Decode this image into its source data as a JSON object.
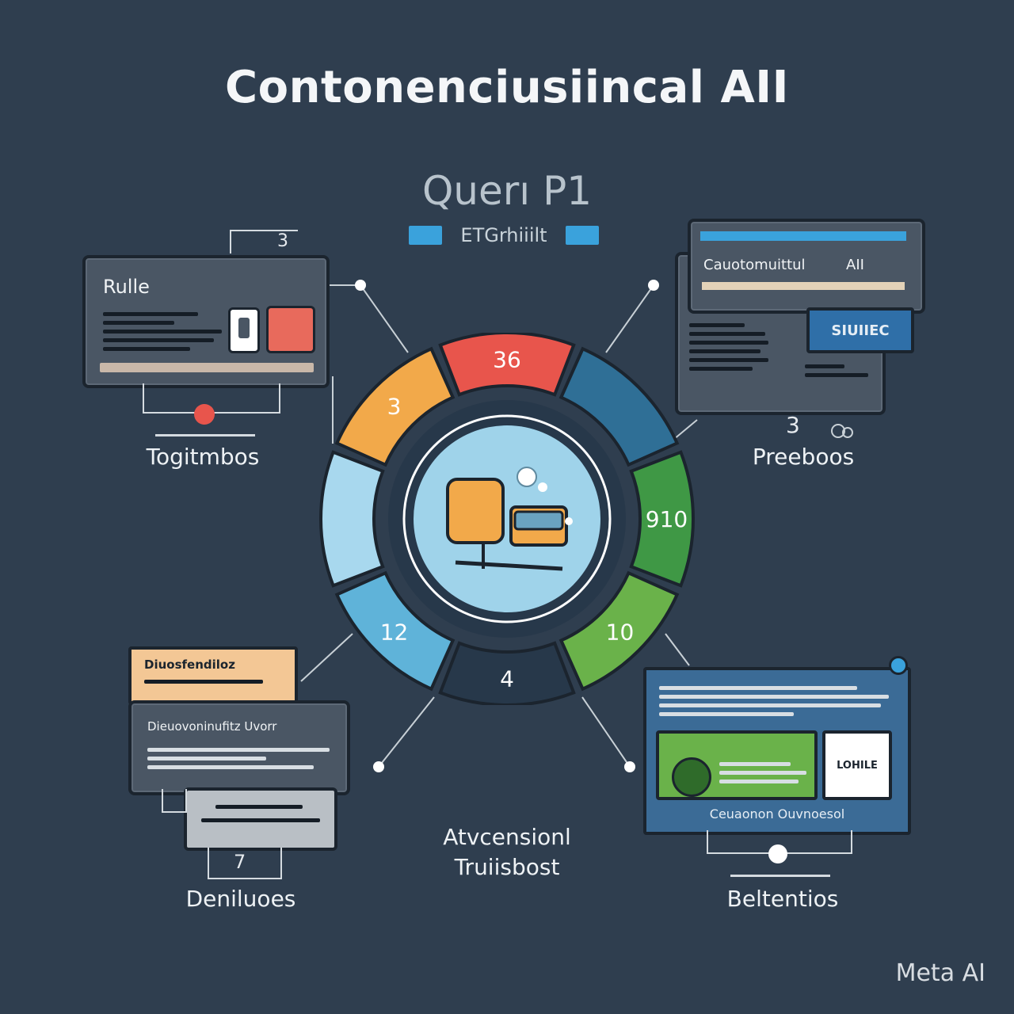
{
  "title": "Contonenciusiincal AII",
  "subtitle": "Querı P1",
  "tag_text": "ETGrhiiilt",
  "watermark": "Meta AI",
  "center": {
    "caption_line1": "Atvcensionl",
    "caption_line2": "Truiisbost",
    "segments": [
      {
        "label": "36",
        "color": "#e8554c"
      },
      {
        "label": "",
        "color": "#2f6f96"
      },
      {
        "label": "910",
        "color": "#3f9845"
      },
      {
        "label": "10",
        "color": "#6ab24a"
      },
      {
        "label": "4",
        "color": "#27384a"
      },
      {
        "label": "12",
        "color": "#5fb3d9"
      },
      {
        "label": "",
        "color": "#a8d8ee"
      },
      {
        "label": "3",
        "color": "#f2a94a"
      }
    ]
  },
  "nodes": {
    "top_left": {
      "heading": "Rulle",
      "caption": "Togitmbos",
      "number": "3"
    },
    "top_right": {
      "header": "Cauotomuittul",
      "header_right": "AII",
      "button": "SIUIIEC",
      "caption": "Preeboos",
      "number": "3"
    },
    "bottom_left": {
      "card1": "Diuosfendiloz",
      "card2": "Dieuovoninufitz Uvorr",
      "caption": "Deniluoes",
      "number": "7"
    },
    "bottom_right": {
      "footer": "Ceuaonon Ouvnoesol",
      "thumb": "LOHILE",
      "caption": "Beltentios"
    }
  },
  "colors": {
    "background": "#2f3e4f",
    "orange": "#f2a94a",
    "red": "#e8554c",
    "blue": "#2f6f96",
    "green": "#3f9845",
    "light_blue": "#5fb3d9"
  }
}
